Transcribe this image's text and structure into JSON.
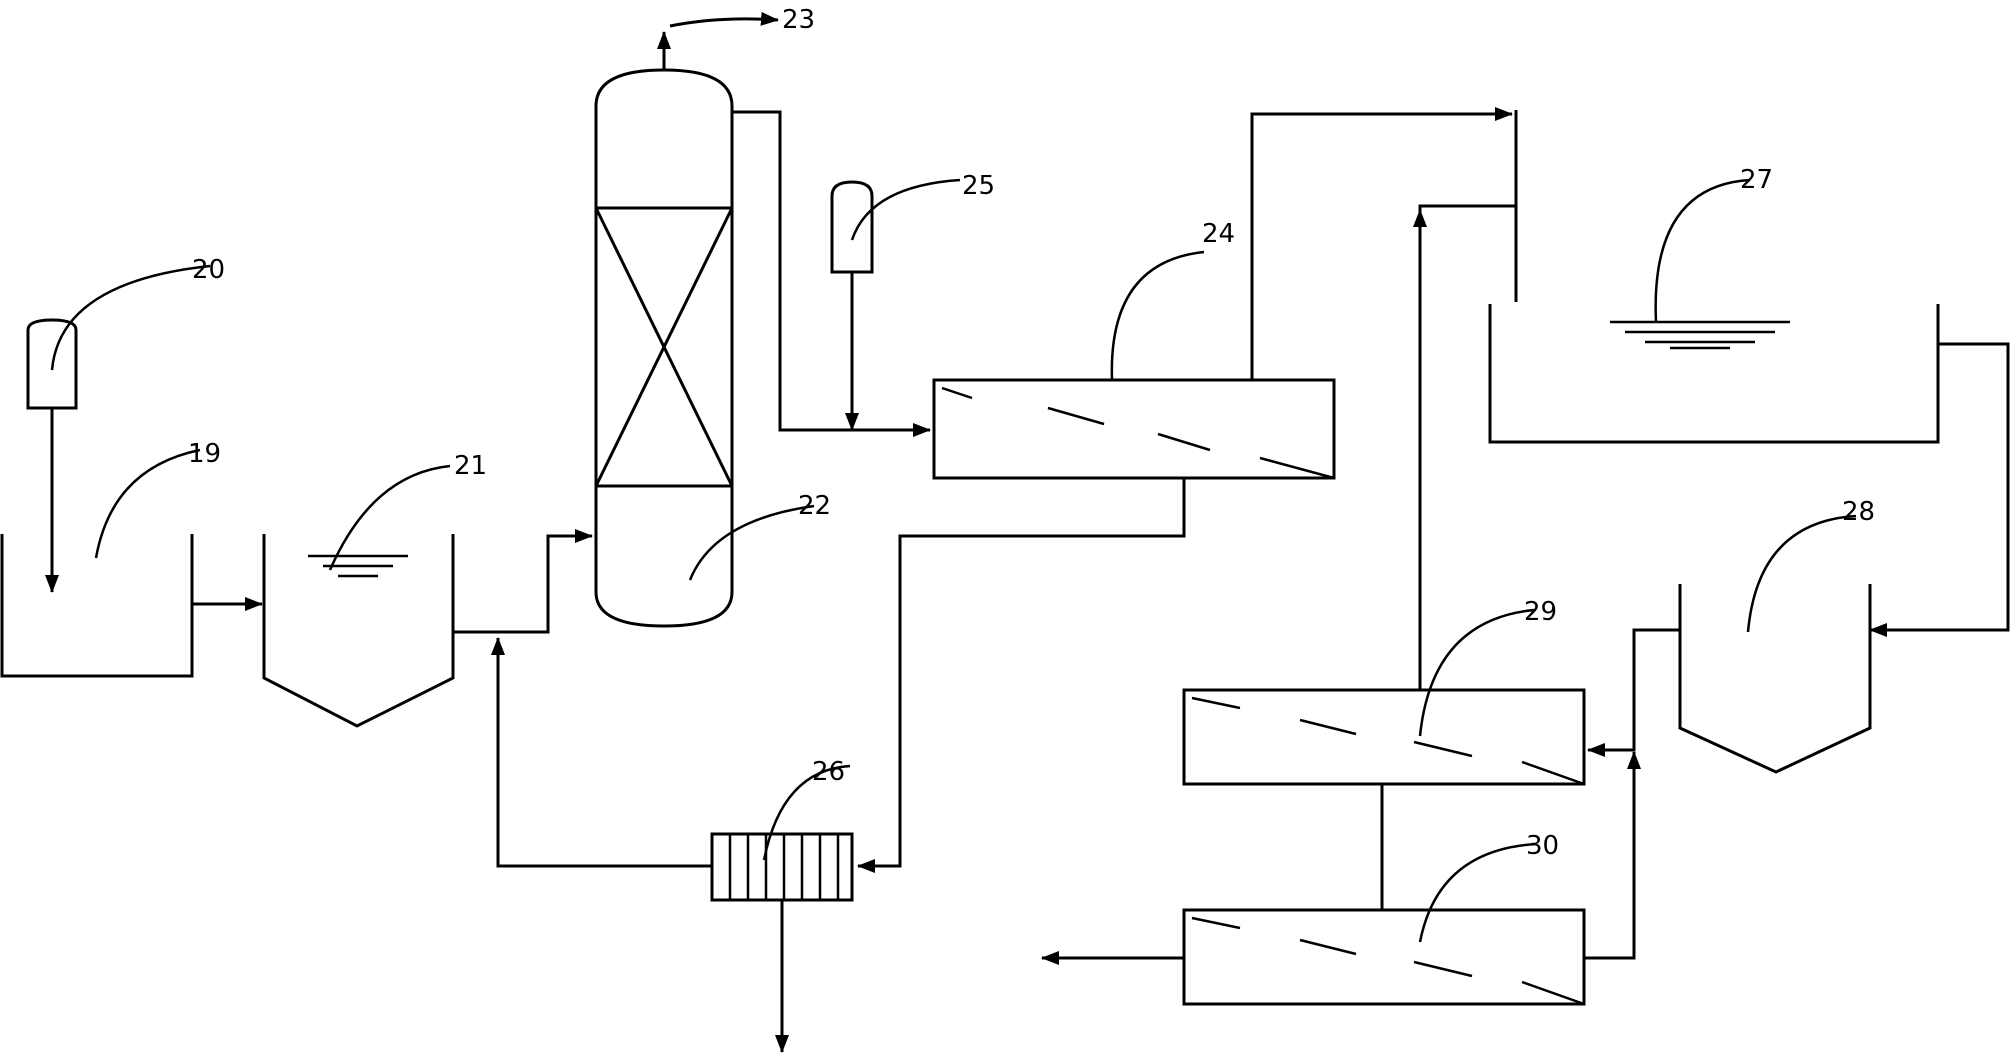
{
  "labels": {
    "l19": "19",
    "l20": "20",
    "l21": "21",
    "l22": "22",
    "l23": "23",
    "l24": "24",
    "l25": "25",
    "l26": "26",
    "l27": "27",
    "l28": "28",
    "l29": "29",
    "l30": "30"
  }
}
